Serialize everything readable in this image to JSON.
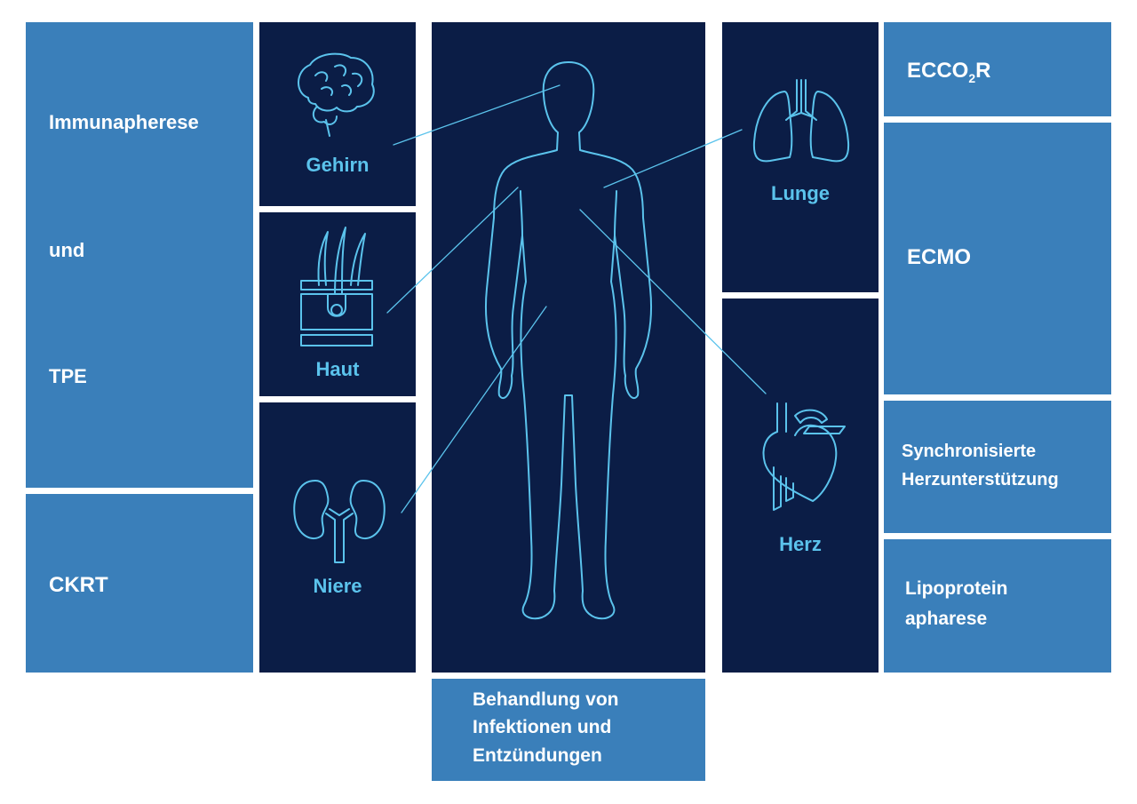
{
  "left": {
    "immunapherese": "Immunapherese",
    "und": "und",
    "tpe": "TPE",
    "ckrt": "CKRT"
  },
  "organs": {
    "gehirn": "Gehirn",
    "haut": "Haut",
    "niere": "Niere",
    "lunge": "Lunge",
    "herz": "Herz"
  },
  "center_caption": {
    "line1": "Behandlung von",
    "line2": "Infektionen und",
    "line3": "Entzündungen"
  },
  "right": {
    "ecco2r_prefix": "ECCO",
    "ecco2r_sub": "2",
    "ecco2r_suffix": "R",
    "ecmo": "ECMO",
    "synchron_line1": "Synchronisierte",
    "synchron_line2": "Herzunterstützung",
    "lipo_line1": "Lipoprotein",
    "lipo_line2": "apharese"
  },
  "colors": {
    "tile_blue": "#3a7fba",
    "tile_navy": "#0b1d46",
    "line_cyan": "#5bc3ec",
    "background": "#ffffff"
  }
}
